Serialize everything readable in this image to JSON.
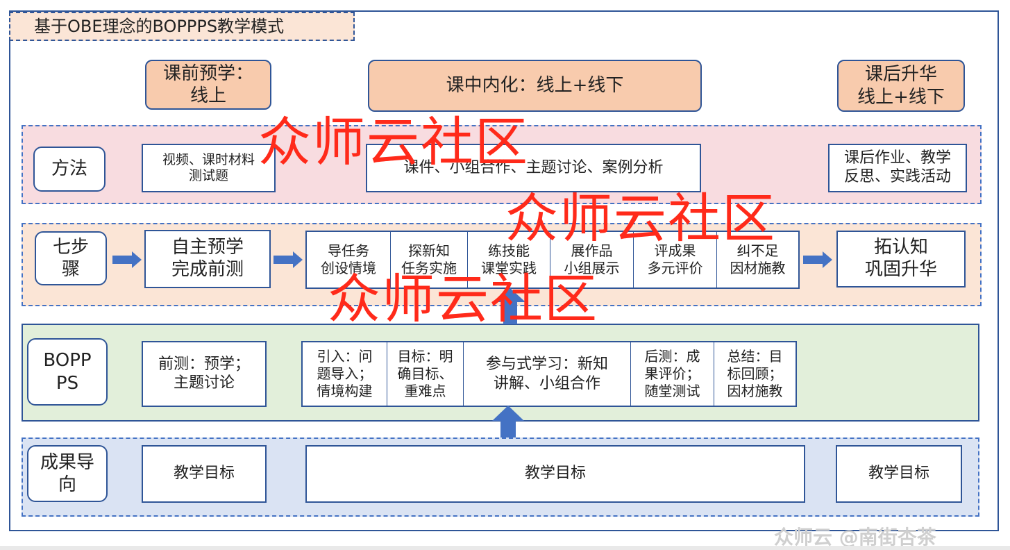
{
  "title": "基于OBE理念的BOPPPS教学模式",
  "phases": {
    "pre": "课前预学：\n线上",
    "mid": "课中内化：线上+线下",
    "post": "课后升华\n线上+线下"
  },
  "methods": {
    "label": "方法",
    "pre": "视频、课时材料\n测试题",
    "mid": "课件、小组合作、主题讨论、案例分析",
    "post": "课后作业、教学\n反思、实践活动"
  },
  "steps": {
    "label": "七步\n骤",
    "pre": "自主预学\n完成前测",
    "items": [
      "导任务\n创设情境",
      "探新知\n任务实施",
      "练技能\n课堂实践",
      "展作品\n小组展示",
      "评成果\n多元评价",
      "纠不足\n因材施教"
    ],
    "post": "拓认知\n巩固升华"
  },
  "boppps": {
    "label": "BOPP\nPS",
    "pre": "前测：预学；\n主题讨论",
    "items": [
      "引入：问\n题导入；\n情境构建",
      "目标：明\n确目标、\n重难点",
      "参与式学习：新知\n讲解、小组合作",
      "后测：成\n果评价；\n随堂测试",
      "总结：目\n标回顾；\n因材施教"
    ]
  },
  "outcome": {
    "label": "成果导\n向",
    "pre": "教学目标",
    "mid": "教学目标",
    "post": "教学目标"
  },
  "watermarks": [
    "众师云社区",
    "众师云社区",
    "众师云社区"
  ],
  "footer_watermark": "众师云 @南街杏茶",
  "colors": {
    "border": "#2f5597",
    "phase_fill": "#f8cbad",
    "band_method": "#f8dce0",
    "band_steps": "#fbe5d6",
    "band_boppps": "#e2efda",
    "band_outcome": "#dae3f3",
    "arrow": "#4472c4",
    "watermark": "#ff2a1a"
  }
}
